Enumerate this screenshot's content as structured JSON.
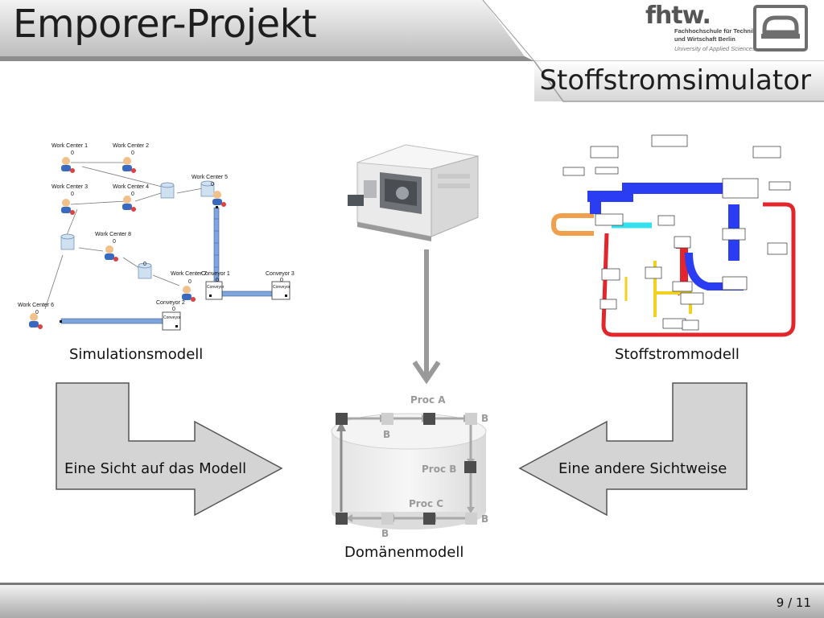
{
  "header": {
    "title": "Emporer-Projekt",
    "subtitle": "Stoffstromsimulator",
    "logo": {
      "brand": "fhtw.",
      "line1": "Fachhochschule für Technik",
      "line2": "und Wirtschaft Berlin",
      "line3": "University of Applied Sciences"
    }
  },
  "captions": {
    "simulation_model": "Simulationsmodell",
    "material_flow_model": "Stoffstrommodell",
    "domain_model": "Domänenmodell"
  },
  "arrows": {
    "left_label": "Eine Sicht auf das Modell",
    "right_label": "Eine andere Sichtweise"
  },
  "domain_diagram": {
    "proc_a": "Proc A",
    "proc_b": "Proc B",
    "proc_c": "Proc C",
    "b": "B"
  },
  "simulation": {
    "work_centers": [
      "Work Center 1",
      "Work Center 2",
      "Work Center 3",
      "Work Center 4",
      "Work Center 5",
      "Work Center 6",
      "Work Center 8",
      "Work Center 7"
    ],
    "conveyors": [
      "Conveyor 1",
      "Conveyor 2",
      "Conveyor 3"
    ],
    "conveyor_box": "Conveyor",
    "zero": "0"
  },
  "footer": {
    "page": "9 / 11"
  },
  "colors": {
    "accent_gray": "#8a8a8a",
    "sankey_blue": "#2a3df2",
    "sankey_red": "#e3262b",
    "sankey_yellow": "#f2d21f",
    "sankey_orange": "#f0a04a",
    "sankey_cyan": "#33e1ee",
    "conveyor_blue": "#7fa6dc"
  },
  "icons": [
    "monitor-logo-icon",
    "machine-tool-icon",
    "down-arrow-icon",
    "cylinder-icon"
  ]
}
